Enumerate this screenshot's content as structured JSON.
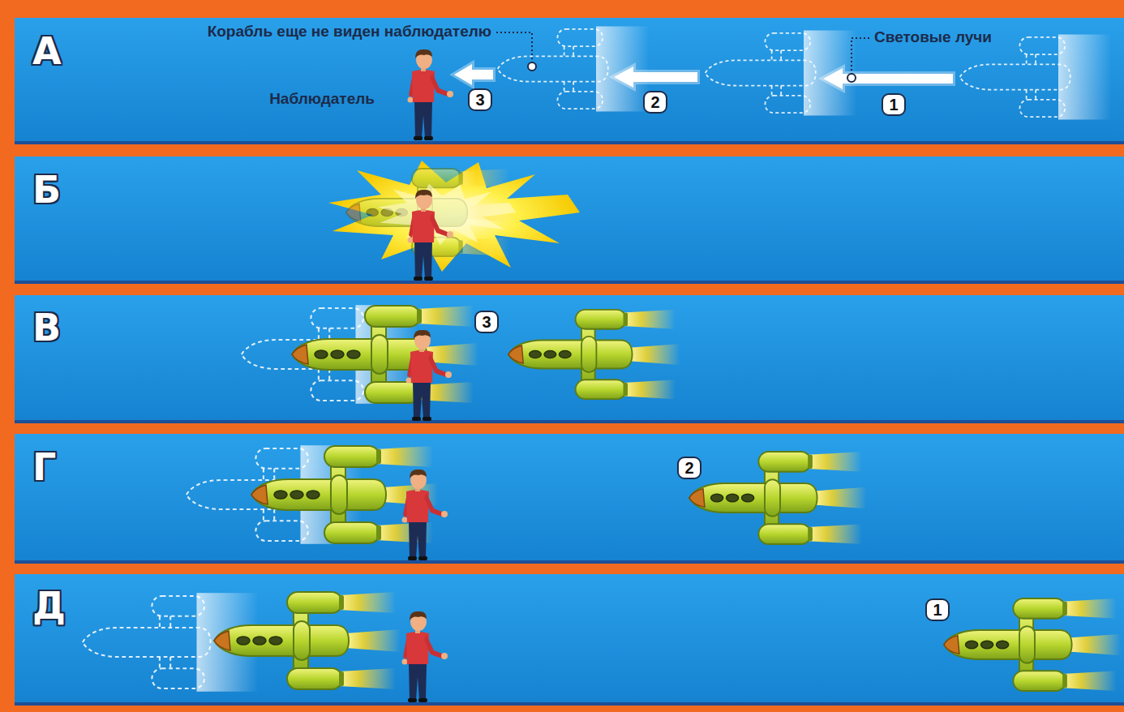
{
  "diagram": {
    "nodes": [
      {
        "text": [
          "3"
        ]
      },
      {
        "text": [
          "2"
        ]
      },
      {
        "text": [
          "1"
        ]
      },
      {
        "text": [
          "3"
        ]
      },
      {
        "text": [
          "2"
        ]
      },
      {
        "text": [
          "1"
        ]
      }
    ],
    "labels": [
      "А",
      "Корабль еще не виден наблюдателю",
      "Световые лучи",
      "Наблюдатель",
      "Б",
      "В",
      "Г",
      "Д"
    ]
  }
}
